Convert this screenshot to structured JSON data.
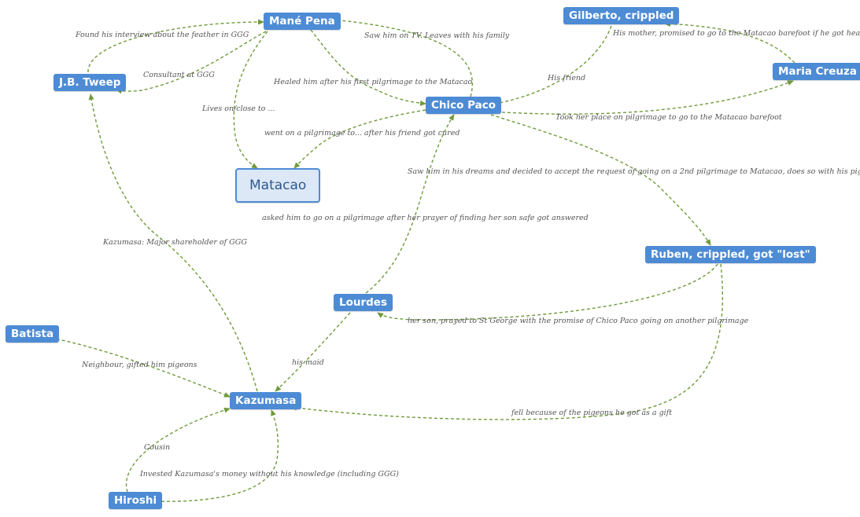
{
  "colors": {
    "node_fill": "#4d8bd5",
    "node_text": "#ffffff",
    "central_fill": "#dde8f6",
    "central_text": "#2e5a8f",
    "edge": "#6f9a3b",
    "edge_label": "#555555"
  },
  "nodes": {
    "mane_pena": "Mané Pena",
    "gilberto": "Gilberto, crippled",
    "maria_creuza": "Maria Creuza",
    "jb_tweep": "J.B. Tweep",
    "chico_paco": "Chico Paco",
    "matacao": "Matacao",
    "ruben": "Ruben, crippled, got \"lost\"",
    "lourdes": "Lourdes",
    "batista": "Batista",
    "kazumasa": "Kazumasa",
    "hiroshi": "Hiroshi"
  },
  "edges": {
    "feather_interview": "Found his interview about the feather in GGG",
    "consultant": "Consultant at GGG",
    "saw_on_tv": "Saw him on TV. Leaves with his family",
    "healed": "Healed him after his first pilgrimage to the Matacao",
    "lives_close": "Lives on/close to ...",
    "his_friend": "His friend",
    "mother_promise": "His mother, promised to go to the Matacao barefoot if he got healed",
    "took_her_place": "Took her place on pilgrimage to go to the Matacao barefoot",
    "went_pilgrimage": "went on a pilgrimage to... after his friend got cured",
    "dreams": "Saw him in his dreams and decided to accept the request of going on a 2nd pilgrimage to Matacao, does so with his pigeon",
    "asked_pilgrimage": "asked him to go on a pilgrimage after her prayer of finding her son safe got answered",
    "major_shareholder": "Kazumasa: Major shareholder of GGG",
    "her_son": "her son, prayed to St George with the promise of Chico Paco going on another pilgrimage",
    "neighbour": "Neighbour, gifted him pigeons",
    "his_maid": "his maid",
    "fell_pigeons": "fell because of the pigeons he got as a gift",
    "cousin": "Cousin",
    "invested": "Invested Kazumasa's money without his knowledge (including GGG)"
  }
}
